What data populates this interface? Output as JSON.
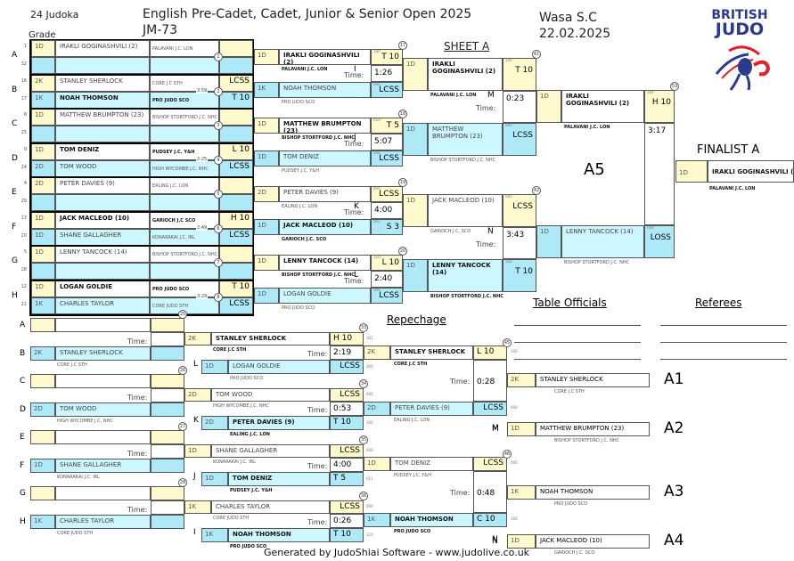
{
  "header": {
    "count": "24 Judoka",
    "title": "English Pre-Cadet, Cadet, Junior & Senior Open 2025",
    "category": "JM-73",
    "venue": "Wasa  S.C",
    "date": "22.02.2025",
    "grade_label": "Grade",
    "sheet": "SHEET A",
    "logo_line1": "BRITISH",
    "logo_line2": "JUDO",
    "brand_blue": "#2a3a8c",
    "brand_red": "#e0202a"
  },
  "pools": [
    {
      "letter": "A",
      "seed_top": "1",
      "seed_bot": "32",
      "match": "1",
      "top": {
        "grade": "1D",
        "name": "IRAKLI GOGINASHVILI (2)",
        "club": "PALAVANI J.C. LON",
        "score": "",
        "bold": false
      },
      "bot": {
        "grade": "",
        "name": "",
        "club": "",
        "score": ""
      },
      "time": ""
    },
    {
      "letter": "B",
      "seed_top": "16",
      "seed_bot": "17",
      "match": "2",
      "top": {
        "grade": "2K",
        "name": "STANLEY SHERLOCK",
        "club": "CORE J.C STH",
        "score": "LCSS"
      },
      "bot": {
        "grade": "1K",
        "name": "NOAH THOMSON",
        "club": "PRO JUDO SCO",
        "score": "T 10"
      },
      "time": "3:59"
    },
    {
      "letter": "C",
      "seed_top": "8",
      "seed_bot": "25",
      "match": "3",
      "top": {
        "grade": "1D",
        "name": "MATTHEW BRUMPTON (23)",
        "club": "BISHOP STORTFORD J.C. NHC",
        "score": ""
      },
      "bot": {
        "grade": "",
        "name": "",
        "club": "",
        "score": ""
      },
      "time": ""
    },
    {
      "letter": "D",
      "seed_top": "9",
      "seed_bot": "24",
      "match": "4",
      "top": {
        "grade": "1D",
        "name": "TOM DENIZ",
        "club": "PUDSEY J.C. Y&H",
        "score": "L 10"
      },
      "bot": {
        "grade": "2D",
        "name": "TOM WOOD",
        "club": "HIGH WYCOMBE J.C. NHC",
        "score": "LCSS"
      },
      "time": "2:25"
    },
    {
      "letter": "E",
      "seed_top": "4",
      "seed_bot": "29",
      "match": "5",
      "top": {
        "grade": "2D",
        "name": "PETER DAVIES (9)",
        "club": "EALING J.C. LON",
        "score": ""
      },
      "bot": {
        "grade": "",
        "name": "",
        "club": "",
        "score": ""
      },
      "time": ""
    },
    {
      "letter": "F",
      "seed_top": "13",
      "seed_bot": "20",
      "match": "6",
      "top": {
        "grade": "1D",
        "name": "JACK MACLEOD (10)",
        "club": "GARIOCH J.C SCO",
        "score": "H 10"
      },
      "bot": {
        "grade": "1D",
        "name": "SHANE GALLAGHER",
        "club": "KONARAKAI J.C. IRL",
        "score": "LCSS"
      },
      "time": "2:49"
    },
    {
      "letter": "G",
      "seed_top": "5",
      "seed_bot": "28",
      "match": "7",
      "top": {
        "grade": "1D",
        "name": "LENNY TANCOCK (14)",
        "club": "BISHOP STORTFORD J.C. NHC",
        "score": ""
      },
      "bot": {
        "grade": "",
        "name": "",
        "club": "",
        "score": ""
      },
      "time": ""
    },
    {
      "letter": "H",
      "seed_top": "12",
      "seed_bot": "21",
      "match": "8",
      "top": {
        "grade": "1D",
        "name": "LOGAN GOLDIE",
        "club": "PRO JUDO SCO",
        "score": "T 10"
      },
      "bot": {
        "grade": "1K",
        "name": "CHARLES TAYLOR",
        "club": "CORE JUDO STH",
        "score": "LCSS"
      },
      "time": "3:29"
    }
  ],
  "round2": [
    {
      "match": "17",
      "letter": "I",
      "top": {
        "grade": "1D",
        "name": "IRAKLI GOGINASHVILI (2)",
        "club": "PALAVANI J.C. LON",
        "score": "T 10",
        "pts": "100"
      },
      "bot": {
        "grade": "1K",
        "name": "NOAH THOMSON",
        "club": "PRO JUDO SCO",
        "score": "LCSS",
        "pts": "000"
      },
      "time": "1:26",
      "time_label": "Time:"
    },
    {
      "match": "18",
      "letter": "J",
      "top": {
        "grade": "1D",
        "name": "MATTHEW BRUMPTON (23)",
        "club": "BISHOP STORTFORD J.C. NHC",
        "score": "T 5",
        "pts": "010"
      },
      "bot": {
        "grade": "1D",
        "name": "TOM DENIZ",
        "club": "PUDSEY J.C. Y&H",
        "score": "LCSS",
        "pts": "000"
      },
      "time": "5:07",
      "time_label": "Time:"
    },
    {
      "match": "19",
      "letter": "K",
      "top": {
        "grade": "2D",
        "name": "PETER DAVIES (9)",
        "club": "EALING J.C. LON",
        "score": "LCSS",
        "pts": "000"
      },
      "bot": {
        "grade": "1D",
        "name": "JACK MACLEOD (10)",
        "club": "GARIOCH J.C. SCO",
        "score": "S 3",
        "pts": "001"
      },
      "time": "4:00",
      "time_label": "Time:"
    },
    {
      "match": "20",
      "letter": "L",
      "top": {
        "grade": "1D",
        "name": "LENNY TANCOCK (14)",
        "club": "BISHOP STORTFORD J.C. NHC",
        "score": "L 10",
        "pts": "110"
      },
      "bot": {
        "grade": "1D",
        "name": "LOGAN GOLDIE",
        "club": "PRO JUDO SCO",
        "score": "LCSS",
        "pts": "000"
      },
      "time": "2:40",
      "time_label": "Time:"
    }
  ],
  "round3": [
    {
      "match": "41",
      "letter": "M",
      "top": {
        "grade": "1D",
        "name": "IRAKLI GOGINASHVILI (2)",
        "club": "PALAVANI J.C. LON",
        "score": "T 10",
        "pts": "100"
      },
      "bot": {
        "grade": "1D",
        "name": "MATTHEW BRUMPTON (23)",
        "club": "BISHOP STORTFORD J.C. NHC",
        "score": "LCSS",
        "pts": "000"
      },
      "time": "0:23",
      "time_label": "Time:"
    },
    {
      "match": "42",
      "letter": "N",
      "top": {
        "grade": "1D",
        "name": "JACK MACLEOD (10)",
        "club": "GARIOCH J.C. SCO",
        "score": "LCSS",
        "pts": "000"
      },
      "bot": {
        "grade": "1D",
        "name": "LENNY TANCOCK (14)",
        "club": "BISHOP STORTFORD J.C. NHC",
        "score": "T 10",
        "pts": "100"
      },
      "time": "3:43",
      "time_label": "Time:"
    }
  ],
  "semi": {
    "match": "53",
    "label": "A5",
    "top": {
      "grade": "1D",
      "name": "IRAKLI GOGINASHVILI (2)",
      "club": "PALAVANI J.C. LON",
      "score": "H 10",
      "pts": "100"
    },
    "bot": {
      "grade": "1D",
      "name": "LENNY TANCOCK (14)",
      "club": "BISHOP STORTFORD J.C. NHC",
      "score": "LOSS",
      "pts": "000"
    },
    "time": "3:17"
  },
  "finalist": {
    "label": "FINALIST A",
    "grade": "1D",
    "name": "IRAKLI GOGINASHVILI (2)",
    "club": "PALAVANI J.C. LON"
  },
  "repechage": {
    "title": "Repechage",
    "first": [
      {
        "letter": "A",
        "match": "25",
        "top": {
          "grade": "",
          "name": ""
        },
        "bot": {
          "grade": "2K",
          "name": "STANLEY SHERLOCK",
          "club": "CORE J.C STH"
        },
        "time_label": "Time:"
      },
      {
        "letter": "C",
        "match": "26",
        "top": {
          "grade": "",
          "name": ""
        },
        "bot": {
          "grade": "2D",
          "name": "TOM WOOD",
          "club": "HIGH WYCOMBE J.C. NHC"
        },
        "time_label": "Time:"
      },
      {
        "letter": "E",
        "match": "27",
        "top": {
          "grade": "",
          "name": ""
        },
        "bot": {
          "grade": "1D",
          "name": "SHANE GALLAGHER",
          "club": "KONARAKAI J.C. IRL"
        },
        "time_label": "Time:"
      },
      {
        "letter": "G",
        "match": "28",
        "top": {
          "grade": "",
          "name": ""
        },
        "bot": {
          "grade": "1K",
          "name": "CHARLES TAYLOR",
          "club": "CORE JUDO STH"
        },
        "time_label": "Time:"
      }
    ],
    "first_bot_letters": [
      "B",
      "D",
      "F",
      "H"
    ],
    "second": [
      {
        "match": "33",
        "loser_letter": "L",
        "top": {
          "grade": "2K",
          "name": "STANLEY SHERLOCK",
          "club": "CORE J.C STH",
          "score": "H 10",
          "pts": "101"
        },
        "bot": {
          "grade": "1D",
          "name": "LOGAN GOLDIE",
          "club": "PRO JUDO SCO",
          "score": "LCSS",
          "pts": "000"
        },
        "time": "2:19",
        "time_label": "Time:"
      },
      {
        "match": "34",
        "loser_letter": "K",
        "top": {
          "grade": "2D",
          "name": "TOM WOOD",
          "club": "HIGH WYCOMBE J.C. NHC",
          "score": "LCSS",
          "pts": "000"
        },
        "bot": {
          "grade": "2D",
          "name": "PETER DAVIES (9)",
          "club": "EALING J.C. LON",
          "score": "T 10",
          "pts": "100"
        },
        "time": "0:53",
        "time_label": "Time:"
      },
      {
        "match": "35",
        "loser_letter": "J",
        "top": {
          "grade": "1D",
          "name": "SHANE GALLAGHER",
          "club": "KONARAKAI J.C. IRL",
          "score": "LCSS",
          "pts": "000"
        },
        "bot": {
          "grade": "1D",
          "name": "TOM DENIZ",
          "club": "PUDSEY J.C. Y&H",
          "score": "T 5",
          "pts": "011"
        },
        "time": "4:00",
        "time_label": "Time:"
      },
      {
        "match": "36",
        "loser_letter": "I",
        "top": {
          "grade": "1K",
          "name": "CHARLES TAYLOR",
          "club": "CORE JUDO STH",
          "score": "LCSS",
          "pts": "000"
        },
        "bot": {
          "grade": "1K",
          "name": "NOAH THOMSON",
          "club": "PRO JUDO SCO",
          "score": "T 10",
          "pts": "110"
        },
        "time": "0:26",
        "time_label": "Time:"
      }
    ],
    "third": [
      {
        "match": "45",
        "loser_letter": "M",
        "top": {
          "grade": "2K",
          "name": "STANLEY SHERLOCK",
          "club": "CORE J.C STH",
          "score": "L 10",
          "pts": "100"
        },
        "bot": {
          "grade": "2D",
          "name": "PETER DAVIES (9)",
          "club": "EALING J.C. LON",
          "score": "LCSS",
          "pts": "000"
        },
        "time": "0:28",
        "time_label": "Time:"
      },
      {
        "match": "46",
        "loser_letter": "N",
        "top": {
          "grade": "1D",
          "name": "TOM DENIZ",
          "club": "PUDSEY J.C. Y&H",
          "score": "LCSS",
          "pts": "000"
        },
        "bot": {
          "grade": "1K",
          "name": "NOAH THOMSON",
          "club": "PRO JUDO SCO",
          "score": "C 10",
          "pts": "100"
        },
        "time": "0:48",
        "time_label": "Time:"
      }
    ]
  },
  "officials": {
    "table_label": "Table Officials",
    "referees_label": "Referees"
  },
  "results": [
    {
      "label": "A1",
      "letter": "",
      "grade": "2K",
      "name": "STANLEY SHERLOCK",
      "club": "CORE J.C STH"
    },
    {
      "label": "A2",
      "letter": "M",
      "grade": "1D",
      "name": "MATTHEW BRUMPTON (23)",
      "club": "BISHOP STORTFORD J.C. NHC"
    },
    {
      "label": "A3",
      "letter": "",
      "grade": "1K",
      "name": "NOAH THOMSON",
      "club": "PRO JUDO SCO"
    },
    {
      "label": "A4",
      "letter": "N",
      "grade": "1D",
      "name": "JACK MACLEOD (10)",
      "club": "GARIOCH J.C. SCO"
    }
  ],
  "footer": "Generated by JudoShiai Software - www.judolive.co.uk"
}
